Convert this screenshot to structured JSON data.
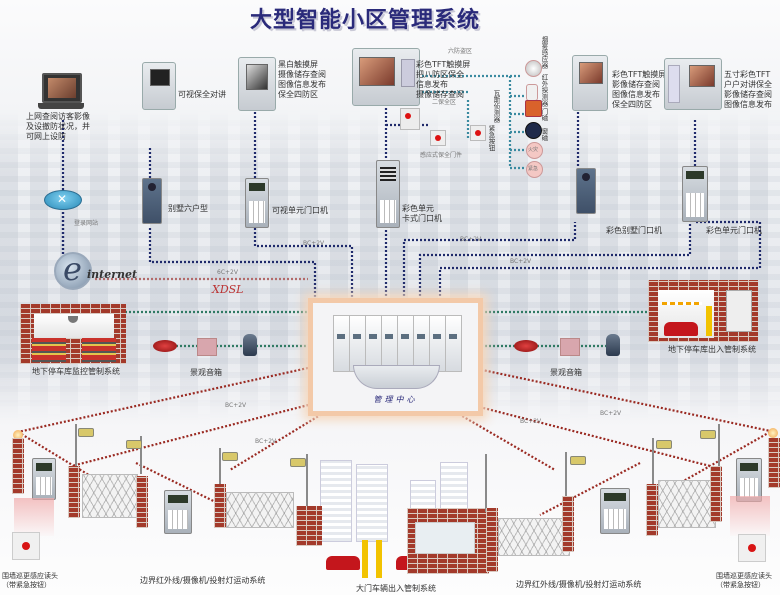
{
  "title": "大型智能小区管理系统",
  "remote": {
    "laptop_desc": [
      "上网查阅访客影像",
      "及设撤防状况，并",
      "可网上设防"
    ],
    "router_label": "登录网站",
    "internet_label": "internet",
    "xdsl_label": "XDSL"
  },
  "indoor_units": [
    {
      "name": "video-intercom-handset",
      "desc": [
        "可视保全对讲"
      ]
    },
    {
      "name": "bw-touchscreen-monitor",
      "desc": [
        "黑白触摸屏",
        "摄像储存查阅",
        "图像信息发布",
        "保全四防区"
      ]
    },
    {
      "name": "color-tft-eight-zone",
      "desc": [
        "彩色TFT触摸屏",
        "把八防区保全",
        "信息发布",
        "摄像储存查阅"
      ]
    },
    {
      "name": "color-tft-four-zone",
      "desc": [
        "彩色TFT触摸屏",
        "影像储存查阅",
        "图像信息发布",
        "保全四防区"
      ]
    },
    {
      "name": "five-inch-color-tft",
      "desc": [
        "五寸彩色TFT",
        "户户对讲保全",
        "影像储存查阅",
        "图像信息发布"
      ]
    }
  ],
  "door_stations": [
    {
      "name": "villa-six-household",
      "label": "别墅六户型"
    },
    {
      "name": "visual-unit-door",
      "label": "可视单元门口机"
    },
    {
      "name": "color-unit-card-door",
      "label": [
        "彩色单元",
        "卡式门口机"
      ]
    },
    {
      "name": "color-villa-door",
      "label": "彩色别墅门口机"
    },
    {
      "name": "color-unit-door",
      "label": "彩色单元门口机"
    }
  ],
  "security_zones": {
    "six_zone": "六防盗区",
    "two_zone": "二保全区",
    "gas_detector": "瓦斯侦测器",
    "emergency_button": "紧急按钮",
    "induction_door": "感应式保全门件",
    "detectors": [
      "烟雾感应器",
      "红外探测器",
      "门磁",
      "窗磁"
    ],
    "small_circles": [
      "火灾",
      "紧急"
    ]
  },
  "wire_labels": {
    "bus": "BC+2V",
    "bus_alt": "6C+2V"
  },
  "parking": {
    "left_label": "地下停车库监控管制系统",
    "right_label": "地下停车库出入管制系统"
  },
  "speakers": {
    "left_label": "景观音箱",
    "right_label": "景观音箱"
  },
  "control_center": {
    "label": "管理中心"
  },
  "perimeter": {
    "left_reader_label": [
      "围墙巡更感应读头",
      "（带紧急按钮）"
    ],
    "right_reader_label": [
      "围墙巡更感应读头",
      "（带紧急按钮）"
    ],
    "left_fence_label": "边界红外线/摄像机/投射灯运动系统",
    "right_fence_label": "边界红外线/摄像机/投射灯运动系统",
    "gate_label": "大门车辆出入管制系统"
  },
  "colors": {
    "title": "#2a2a7a",
    "data_wire": "#1f2a6b",
    "green_wire": "#2f7a63",
    "red_wire": "#9a2a22",
    "brick": "#a33a2b",
    "control_glow": "#f3c9a8"
  }
}
